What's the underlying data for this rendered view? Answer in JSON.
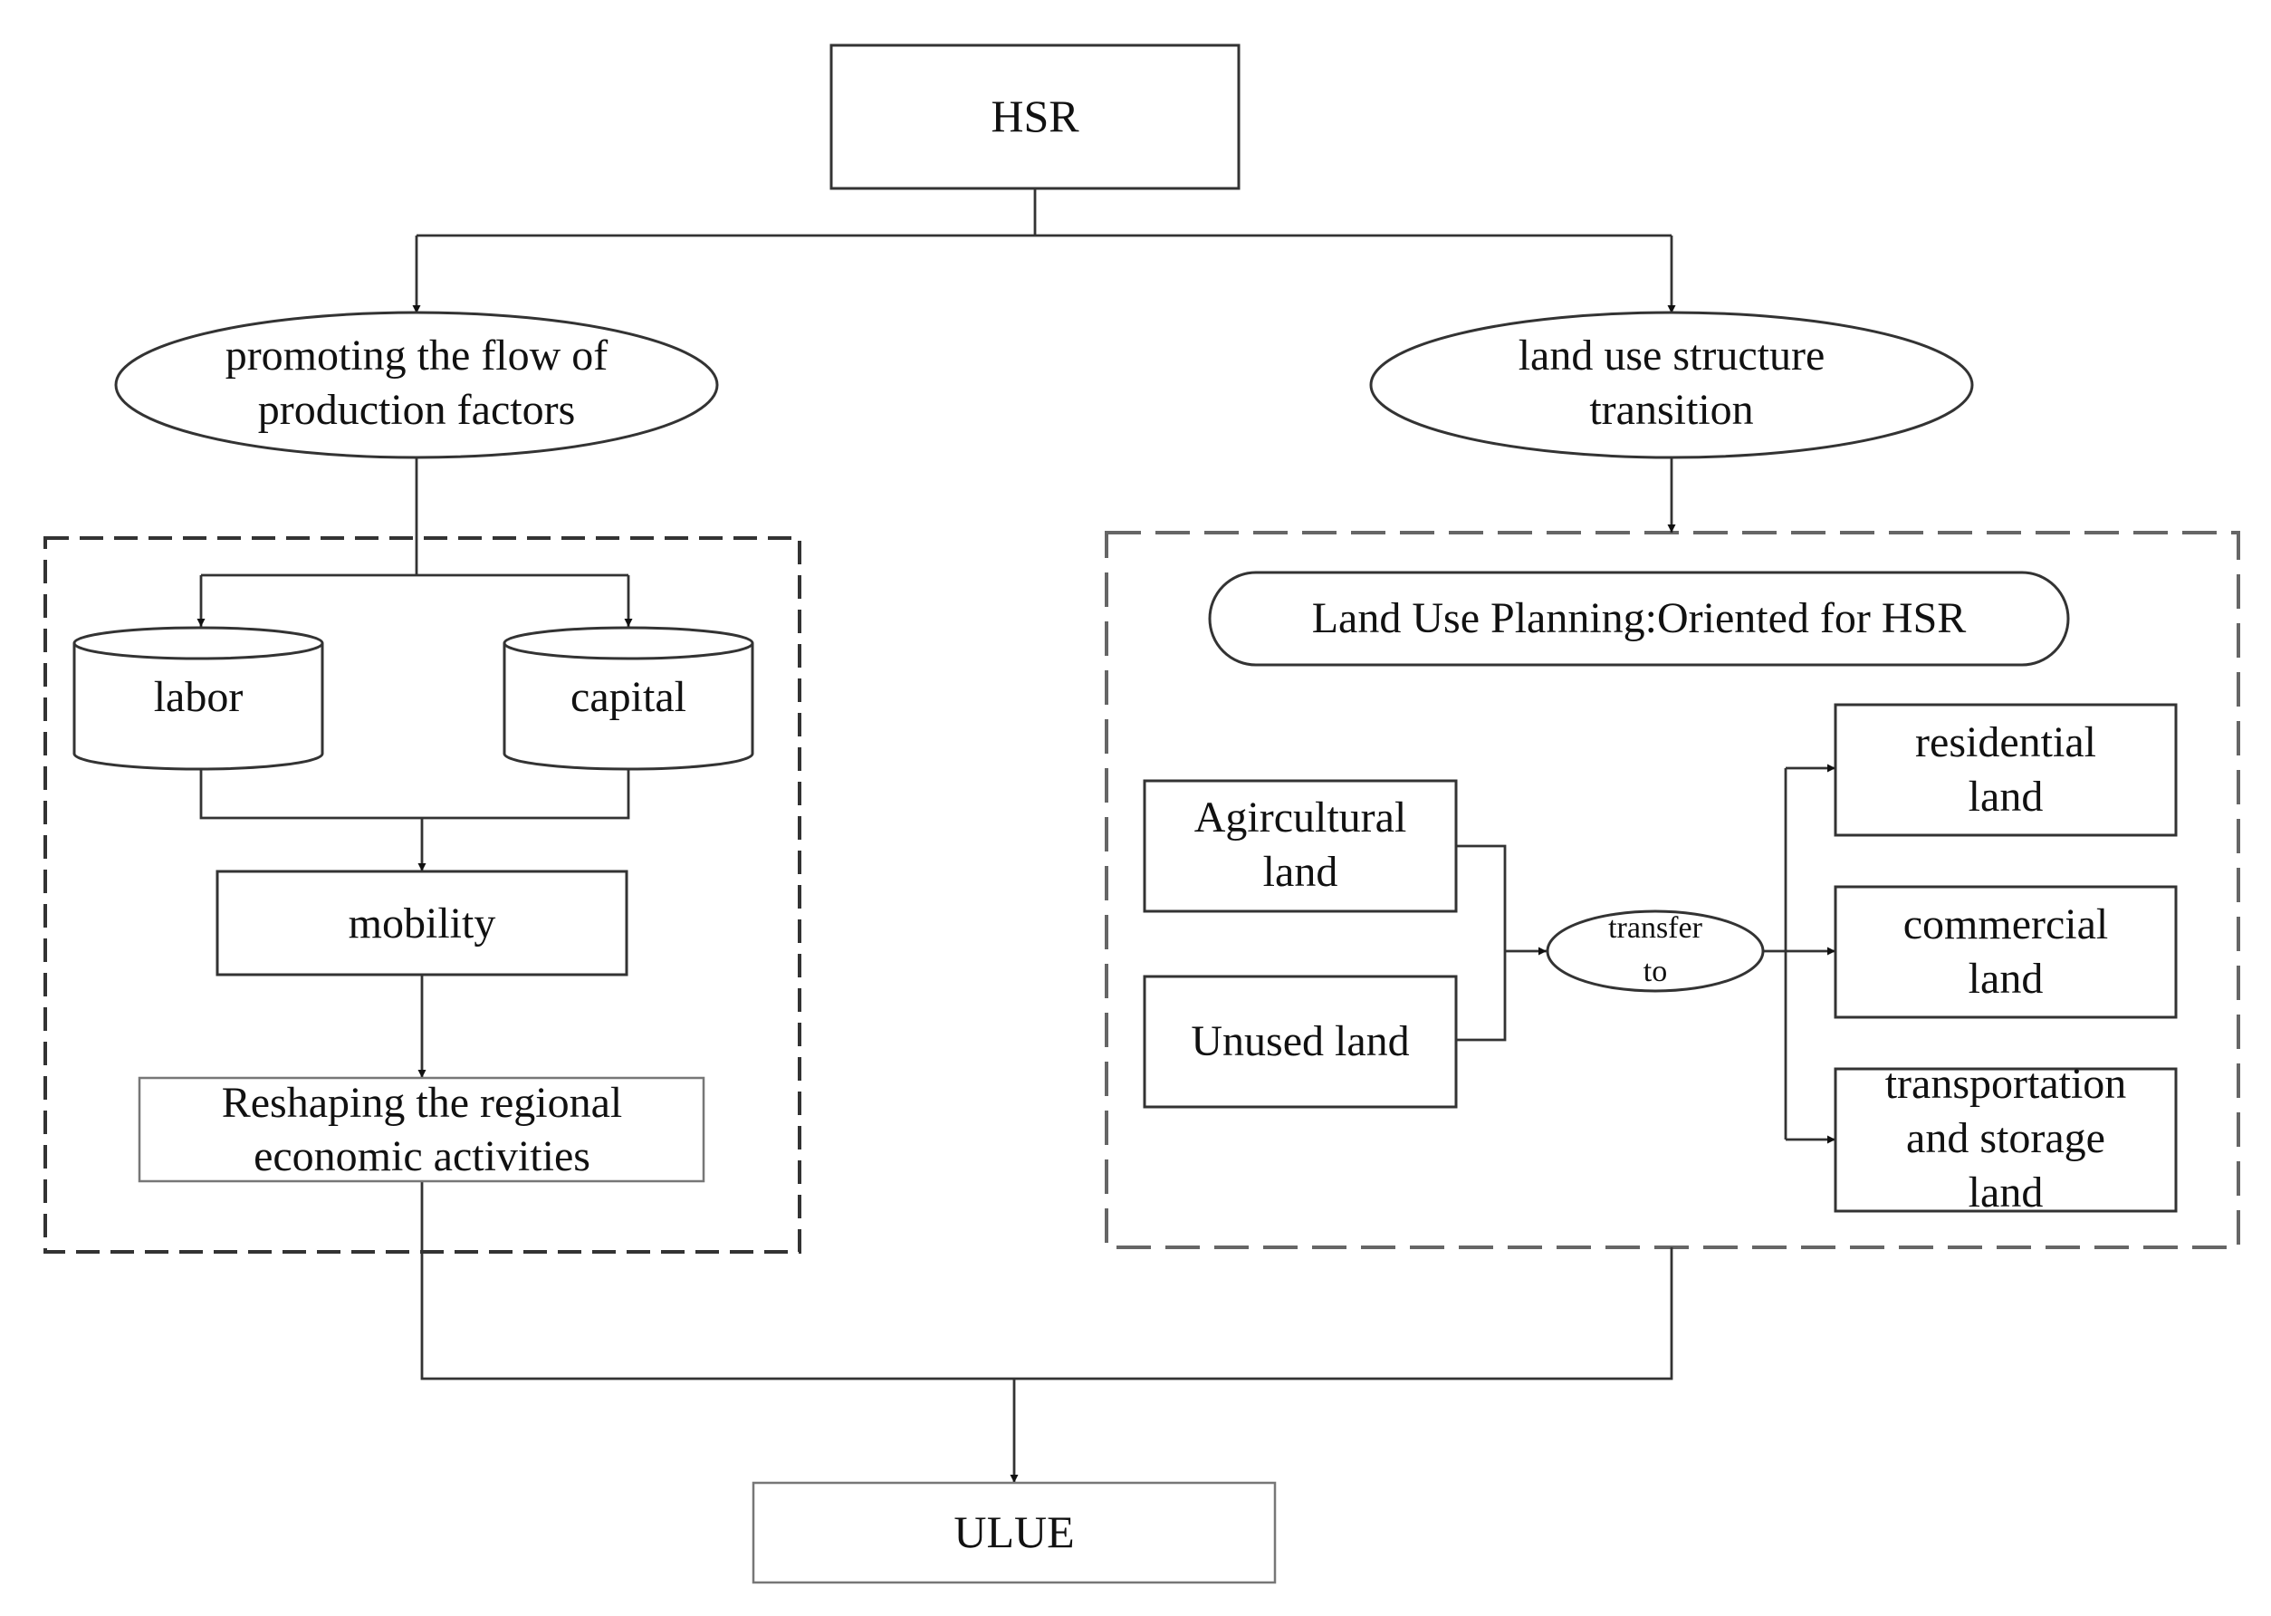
{
  "nodes": {
    "hsr": "HSR",
    "promoting_line1": "promoting the flow of",
    "promoting_line2": "production factors",
    "land_use_line1": "land use structure",
    "land_use_line2": "transition",
    "labor": "labor",
    "capital": "capital",
    "mobility": "mobility",
    "reshaping_line1": "Reshaping the regional",
    "reshaping_line2": "economic activities",
    "planning": "Land Use Planning:Oriented for HSR",
    "agricultural_line1": "Agircultural",
    "agricultural_line2": "land",
    "unused": "Unused land",
    "transfer_line1": "transfer",
    "transfer_line2": "to",
    "residential_line1": "residential",
    "residential_line2": "land",
    "commercial_line1": "commercial",
    "commercial_line2": "land",
    "transport_line1": "transportation",
    "transport_line2": "and storage",
    "transport_line3": "land",
    "ulue": "ULUE"
  }
}
